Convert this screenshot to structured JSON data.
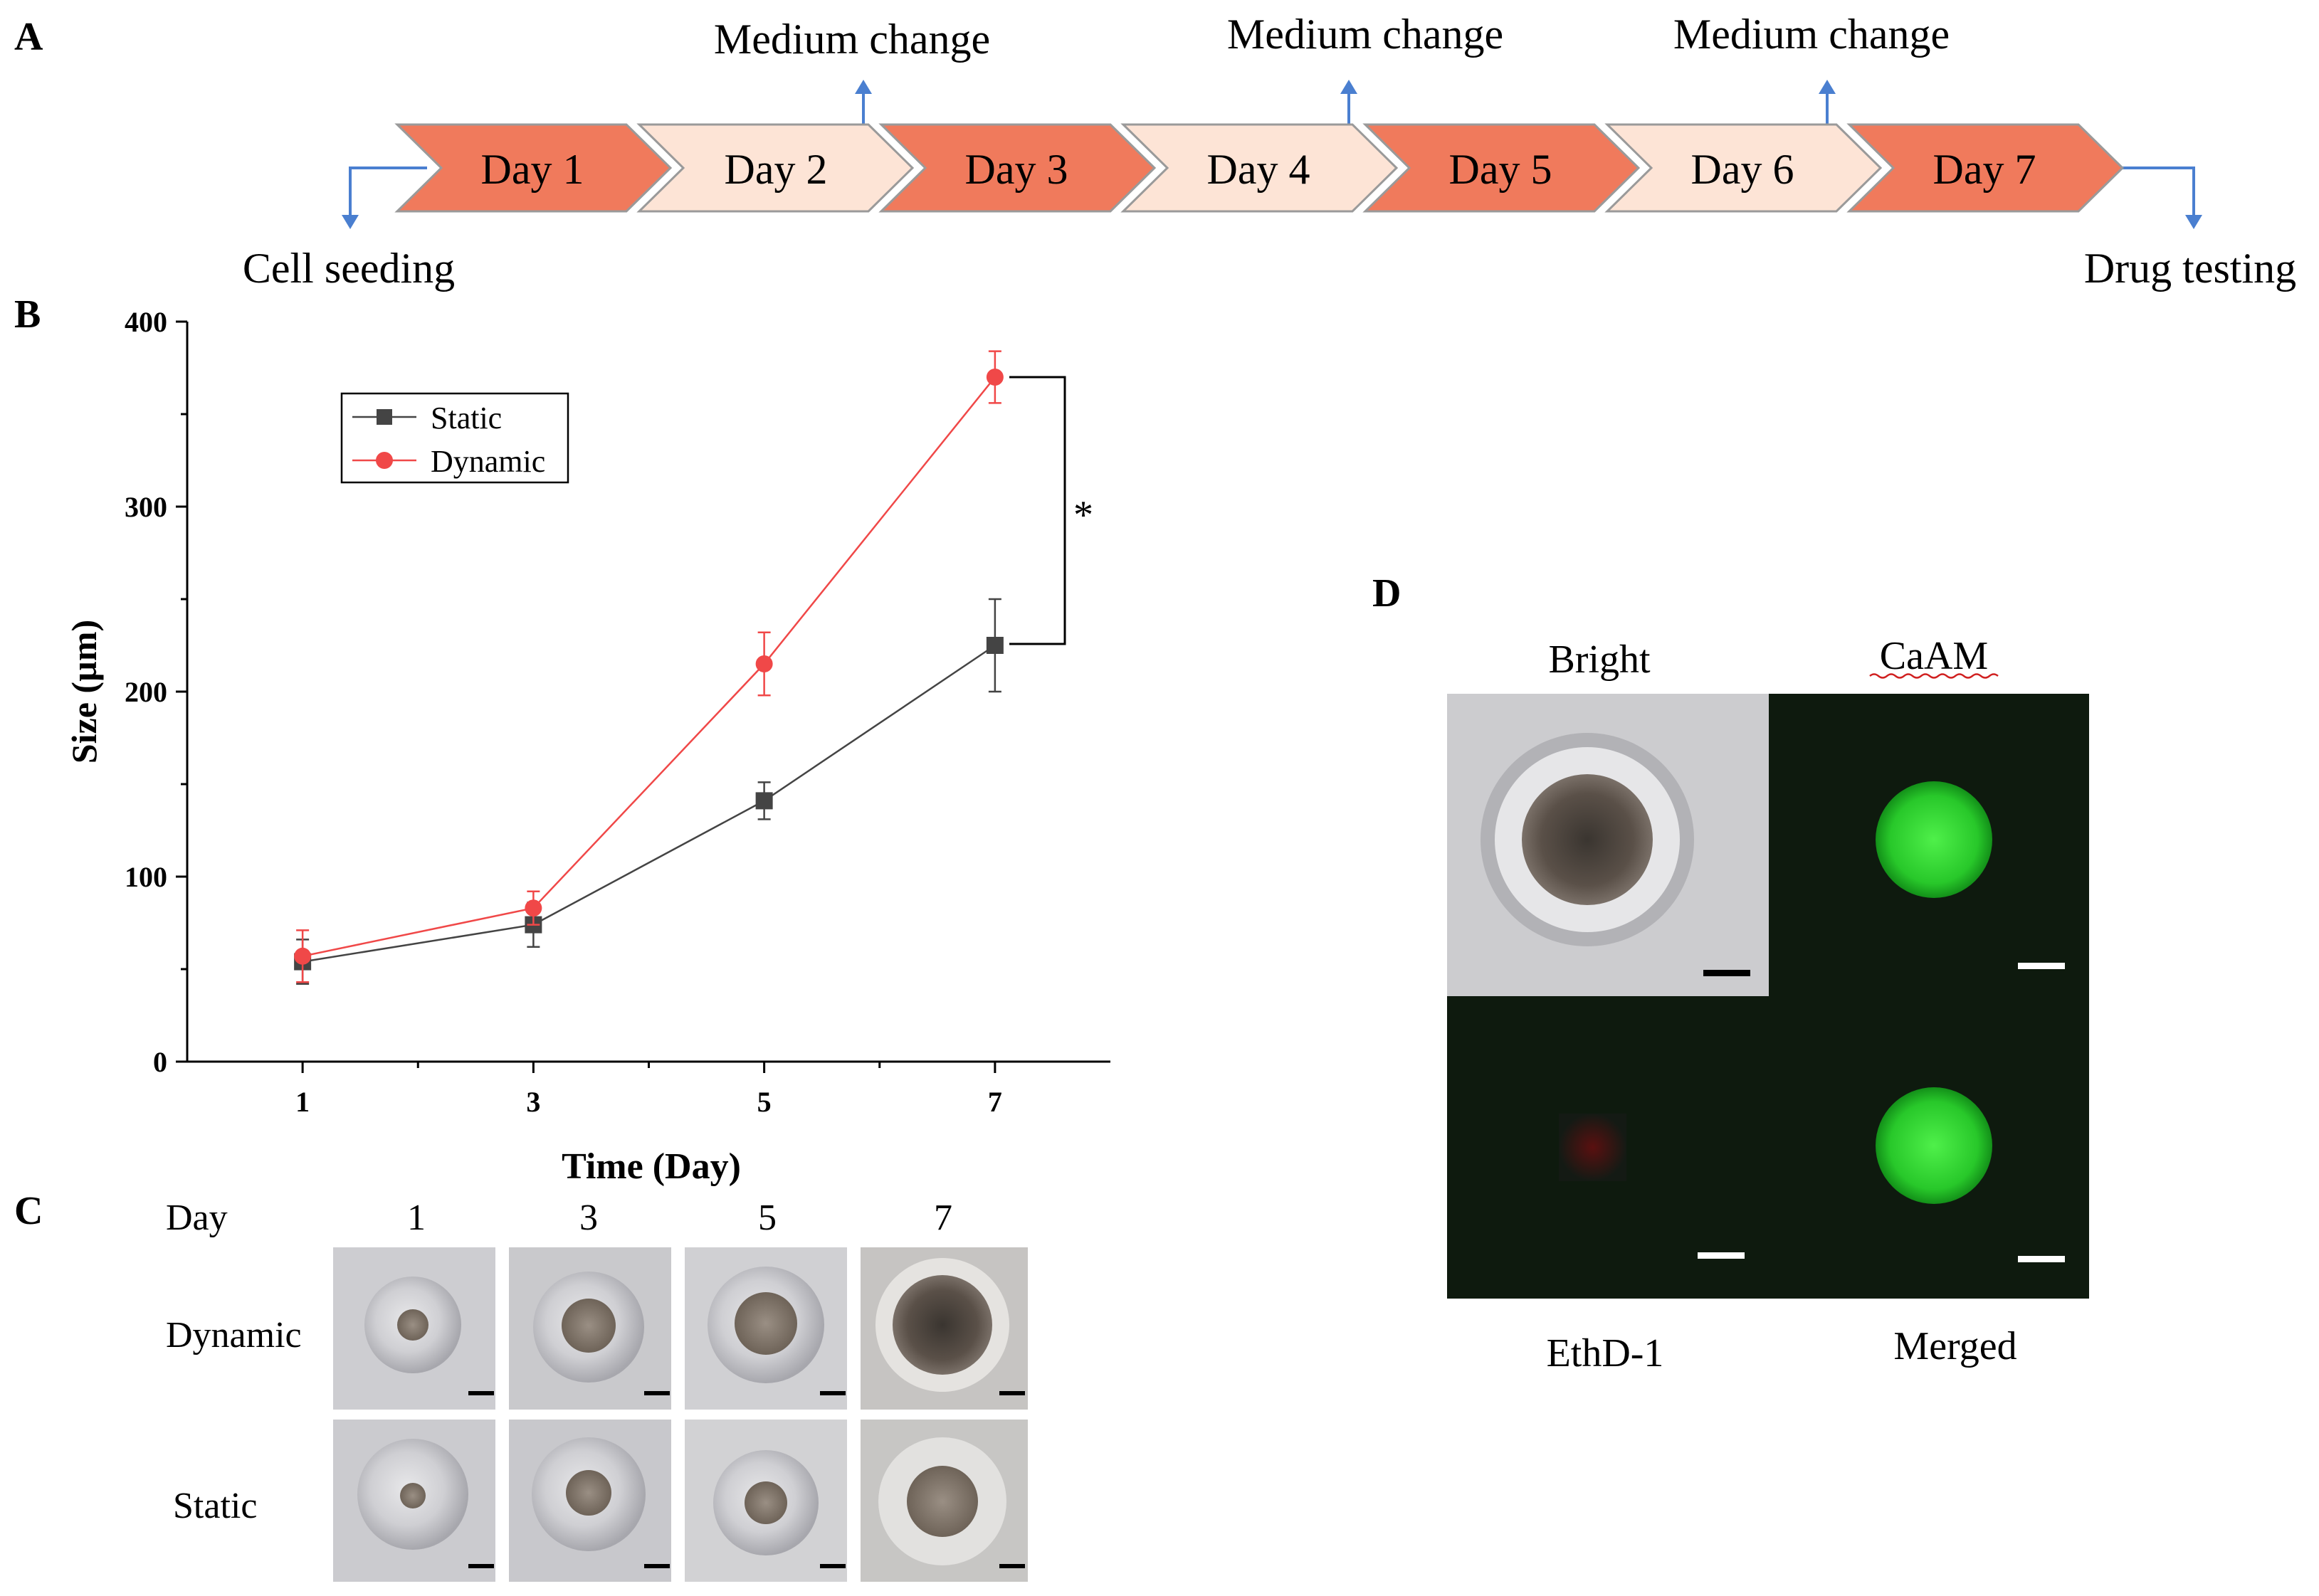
{
  "panels": {
    "a": {
      "letter": "A"
    },
    "b": {
      "letter": "B"
    },
    "c": {
      "letter": "C"
    },
    "d": {
      "letter": "D"
    }
  },
  "timeline": {
    "days": [
      "Day 1",
      "Day 2",
      "Day 3",
      "Day 4",
      "Day 5",
      "Day 6",
      "Day 7"
    ],
    "medium_change_label": "Medium change",
    "start_label": "Cell seeding",
    "end_label": "Drug testing",
    "colors": {
      "odd": "#f07a5c",
      "even": "#fde4d6",
      "arrow": "#4a7fd0"
    }
  },
  "chart_data": {
    "type": "line",
    "x": [
      1,
      3,
      5,
      7
    ],
    "xticks": [
      "1",
      "3",
      "5",
      "7"
    ],
    "xlabel": "Time (Day)",
    "ylabel": "Size (µm)",
    "xlim": [
      0,
      8
    ],
    "ylim": [
      0,
      400
    ],
    "yticks": [
      0,
      100,
      200,
      300,
      400
    ],
    "grid": false,
    "legend_position": "top-left",
    "series": [
      {
        "name": "Static",
        "values": [
          54,
          74,
          141,
          225
        ],
        "errors": [
          12,
          12,
          10,
          25
        ],
        "color": "#444444",
        "marker": "square"
      },
      {
        "name": "Dynamic",
        "values": [
          57,
          83,
          215,
          370
        ],
        "errors": [
          14,
          9,
          17,
          14
        ],
        "color": "#f04848",
        "marker": "circle"
      }
    ],
    "annotation": "*"
  },
  "microscopy_c": {
    "day_header": "Day",
    "days": [
      "1",
      "3",
      "5",
      "7"
    ],
    "rows": [
      "Dynamic",
      "Static"
    ]
  },
  "fluorescence_d": {
    "labels": {
      "bright": "Bright",
      "caam": "CaAM",
      "ethd": "EthD-1",
      "merged": "Merged"
    }
  }
}
